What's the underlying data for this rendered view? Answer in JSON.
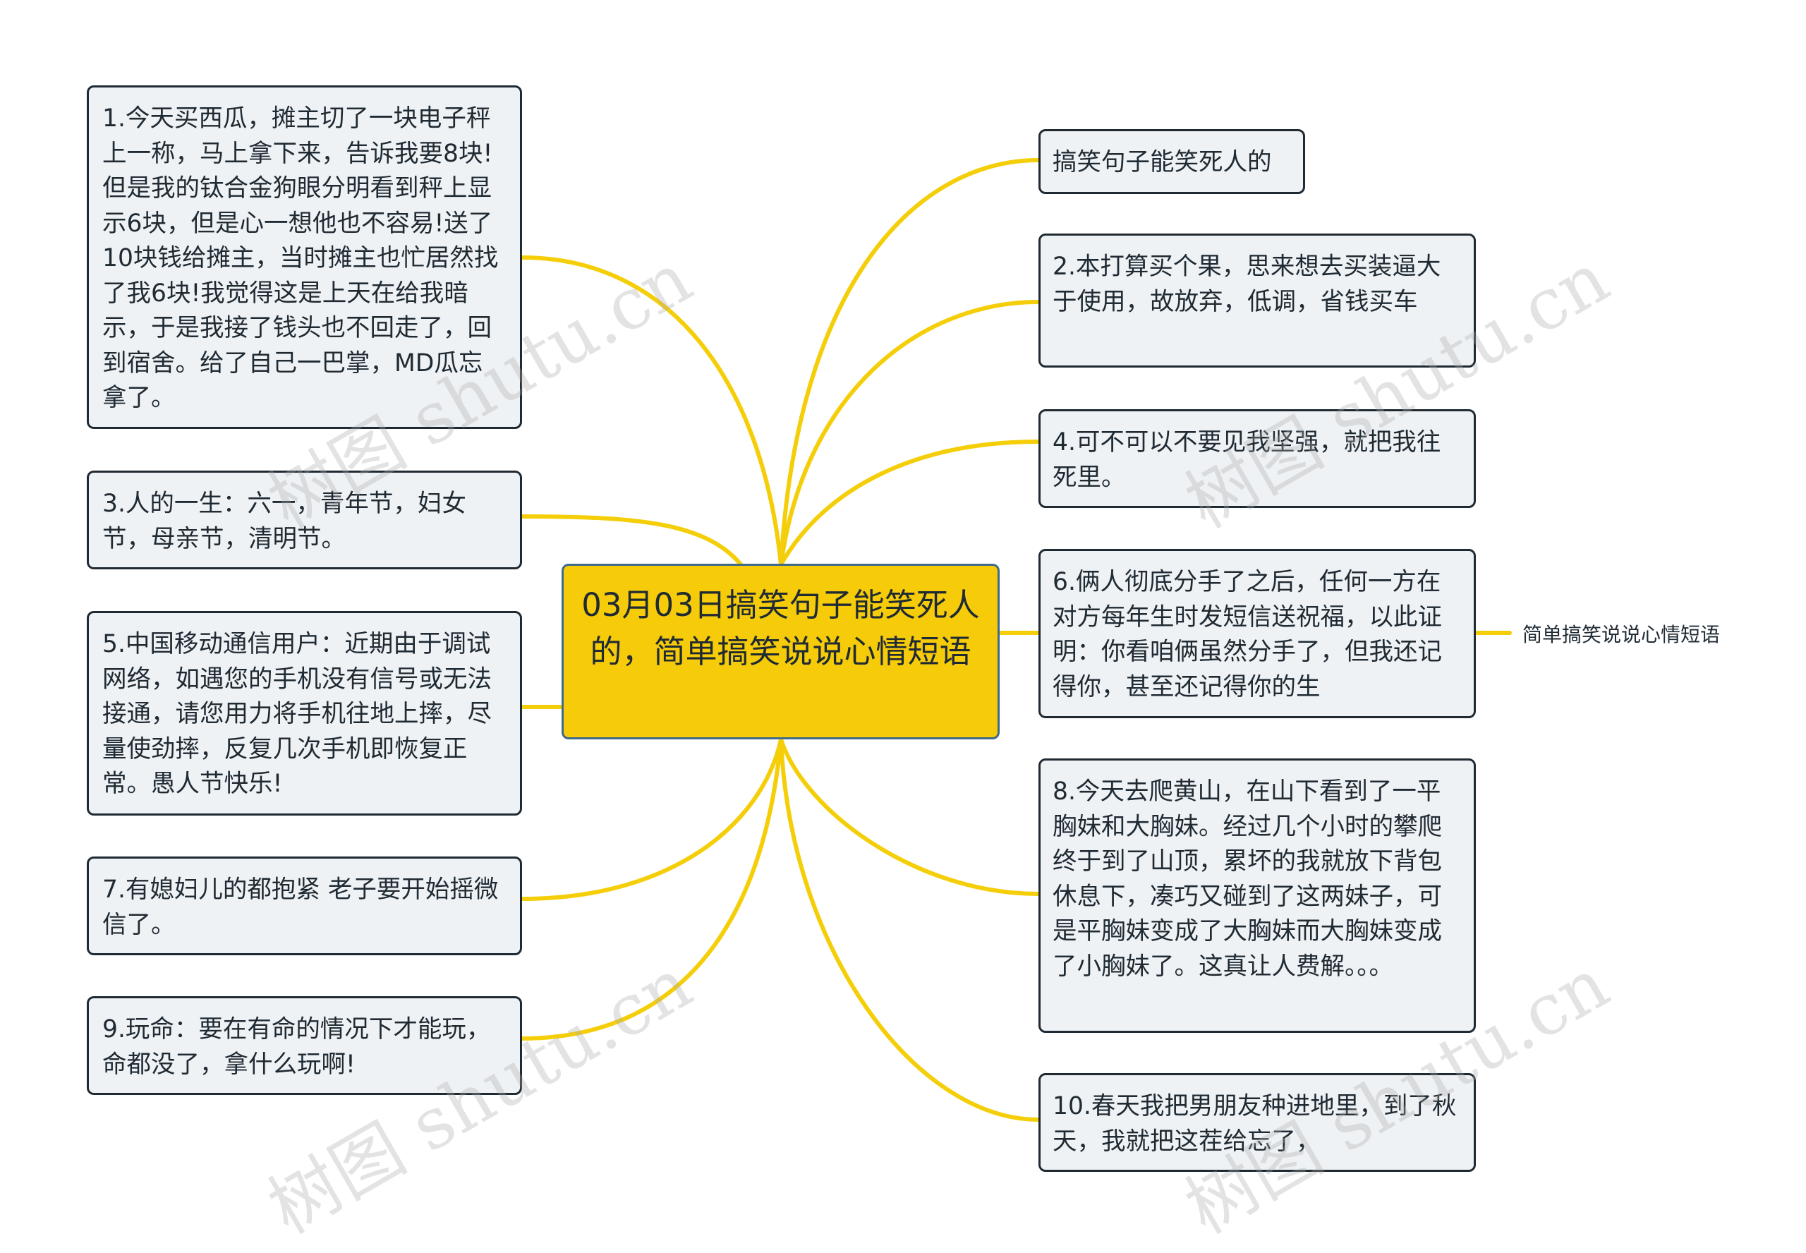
{
  "central": "03月03日搞笑句子能笑死人的，简单搞笑说说心情短语",
  "left_nodes": [
    "1.今天买西瓜，摊主切了一块电子秤上一称，马上拿下来，告诉我要8块!但是我的钛合金狗眼分明看到秤上显示6块，但是心一想他也不容易!送了10块钱给摊主，当时摊主也忙居然找了我6块!我觉得这是上天在给我暗示，于是我接了钱头也不回走了，回到宿舍。给了自己一巴掌，MD瓜忘拿了。",
    "3.人的一生：六一，青年节，妇女节，母亲节，清明节。",
    "5.中国移动通信用户：近期由于调试网络，如遇您的手机没有信号或无法接通，请您用力将手机往地上摔，尽量使劲摔，反复几次手机即恢复正常。愚人节快乐!",
    "7.有媳妇儿的都抱紧 老子要开始摇微信了。",
    "9.玩命：要在有命的情况下才能玩，命都没了，拿什么玩啊!"
  ],
  "right_nodes": [
    "搞笑句子能笑死人的",
    "2.本打算买个果，思来想去买装逼大于使用，故放弃，低调，省钱买车",
    "4.可不可以不要见我坚强，就把我往死里。",
    "6.俩人彻底分手了之后，任何一方在对方每年生时发短信送祝福，以此证明：你看咱俩虽然分手了，但我还记得你，甚至还记得你的生",
    "8.今天去爬黄山，在山下看到了一平胸妹和大胸妹。经过几个小时的攀爬终于到了山顶，累坏的我就放下背包休息下，凑巧又碰到了这两妹子，可是平胸妹变成了大胸妹而大胸妹变成了小胸妹了。这真让人费解。。。",
    "10.春天我把男朋友种进地里，到了秋天，我就把这茬给忘了，"
  ],
  "leaf": "简单搞笑说说心情短语",
  "watermark": "树图 shutu.cn",
  "colors": {
    "branch": "#F5CE0A",
    "central_fill": "#F5CB0A",
    "central_border": "#3F6A8A",
    "node_fill": "#EFF2F5",
    "node_border": "#1F2A33"
  }
}
